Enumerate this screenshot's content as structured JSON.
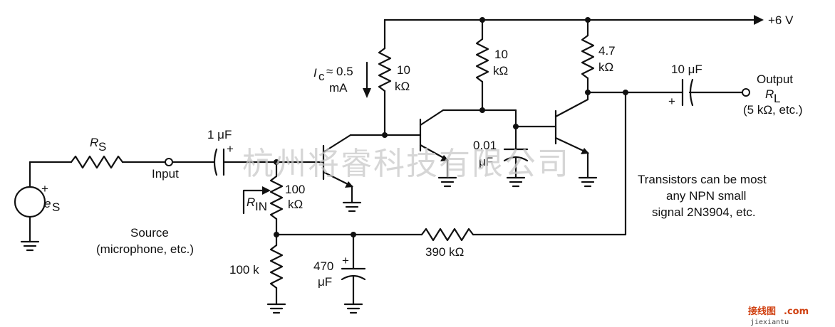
{
  "supply_label": "+6 V",
  "resistors": {
    "rs": "R",
    "rs_sub": "S",
    "r_10k_a_top": "10",
    "r_10k_a_bot": "kΩ",
    "r_10k_b_top": "10",
    "r_10k_b_bot": "kΩ",
    "r_47k_top": "4.7",
    "r_47k_bot": "kΩ",
    "r_100k_top": "100",
    "r_100k_bot": "kΩ",
    "r_100k_low": "100 k",
    "r_390k": "390 kΩ"
  },
  "capacitors": {
    "c_in": "1 μF",
    "c_out": "10 μF",
    "c_small_top": "0.01",
    "c_small_bot": "μF",
    "c_470_top": "470",
    "c_470_bot": "μF",
    "plus": "+"
  },
  "labels": {
    "ic_top": "I",
    "ic_sub": "c",
    "ic_val": "≈ 0.5",
    "ic_unit": "mA",
    "input": "Input",
    "output": "Output",
    "rl": "R",
    "rl_sub": "L",
    "rl_val": "(5 kΩ, etc.)",
    "rin": "R",
    "rin_sub": "IN",
    "es": "e",
    "es_sub": "S",
    "source_1": "Source",
    "source_2": "(microphone, etc.)",
    "note_1": "Transistors can be most",
    "note_2": "any NPN small",
    "note_3": "signal 2N3904, etc."
  },
  "watermark": "杭州将睿科技有限公司",
  "brand": {
    "logo": "接线图",
    "dot_com": ".com",
    "url": "jiexiantu"
  }
}
